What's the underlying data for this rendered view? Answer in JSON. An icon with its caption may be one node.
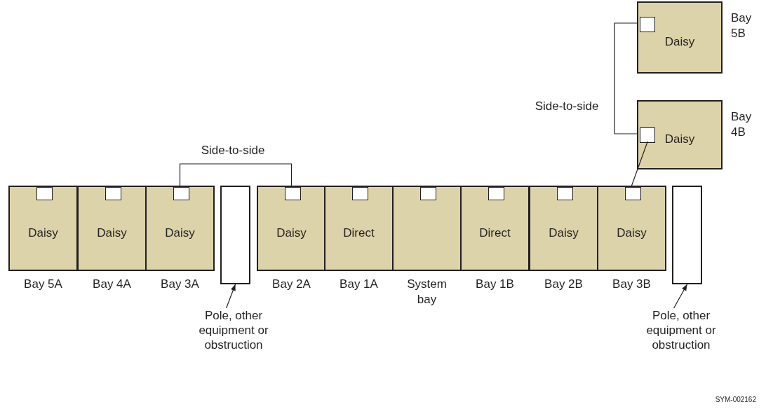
{
  "diagram": {
    "nodes": [
      {
        "text": [
          "Daisy"
        ],
        "beside": [
          "Bay 5B"
        ]
      },
      {
        "text": [],
        "shape": "box",
        "in": 0
      },
      {
        "text": [
          "Daisy"
        ],
        "beside": [
          "Bay 4B"
        ]
      },
      {
        "text": [],
        "shape": "box",
        "in": 2
      },
      {
        "text": [
          "Daisy"
        ],
        "beside": [
          "Bay 5A"
        ]
      },
      {
        "text": [],
        "shape": "box",
        "in": 4
      },
      {
        "text": [
          "Daisy"
        ],
        "beside": [
          "Bay 4A"
        ]
      },
      {
        "text": [],
        "shape": "box",
        "in": 6
      },
      {
        "text": [
          "Daisy"
        ],
        "beside": [
          "Bay 3A"
        ]
      },
      {
        "text": [],
        "shape": "box",
        "in": 8
      },
      {
        "text": [],
        "shape": "bar"
      },
      {
        "text": [
          "Daisy"
        ],
        "beside": [
          "Bay 2A"
        ]
      },
      {
        "text": [],
        "shape": "box",
        "in": 11
      },
      {
        "text": [
          "Direct"
        ],
        "beside": [
          "Bay 1A"
        ]
      },
      {
        "text": [],
        "shape": "box",
        "in": 13
      },
      {
        "text": [],
        "shape": "box",
        "beside": [
          "System bay"
        ]
      },
      {
        "text": [],
        "shape": "box",
        "in": 15
      },
      {
        "text": [
          "Direct"
        ],
        "beside": [
          "Bay 1B"
        ]
      },
      {
        "text": [],
        "shape": "box",
        "in": 17
      },
      {
        "text": [
          "Daisy"
        ],
        "beside": [
          "Bay 2B"
        ]
      },
      {
        "text": [],
        "shape": "box",
        "in": 19
      },
      {
        "text": [
          "Daisy"
        ],
        "beside": [
          "Bay 3B"
        ]
      },
      {
        "text": [],
        "shape": "box",
        "in": 21
      },
      {
        "text": [],
        "shape": "bar"
      },
      {
        "text": [
          "Pole, other equipment or obstruction"
        ]
      },
      {
        "text": [
          "Pole, other equipment or obstruction"
        ]
      }
    ],
    "edges": [
      {
        "from": 9,
        "to": 12,
        "arrow": "none",
        "label": "Side-to-side"
      },
      {
        "from": 22,
        "to": 3,
        "arrow": "none"
      },
      {
        "from": 3,
        "to": 1,
        "arrow": "none",
        "label": "Side-to-side"
      },
      {
        "from": 24,
        "to": 10,
        "arrow": "to"
      },
      {
        "from": 25,
        "to": 23,
        "arrow": "to"
      }
    ],
    "labels": [
      "SYM-002162"
    ]
  }
}
